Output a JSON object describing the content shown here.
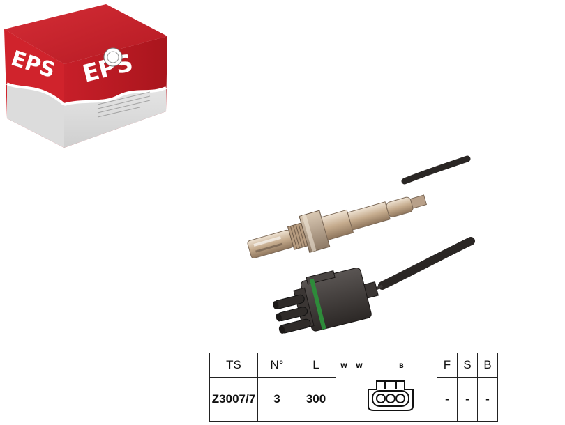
{
  "box": {
    "brand": "EPS",
    "icon": "product-box-icon"
  },
  "sensor": {
    "icon": "oxygen-sensor-icon"
  },
  "spec_table": {
    "headers": {
      "ts": "TS",
      "number": "N°",
      "length": "L",
      "f": "F",
      "s": "S",
      "b": "B"
    },
    "values": {
      "ts": "Z3007/7",
      "number": "3",
      "length": "300",
      "f": "-",
      "s": "-",
      "b": "-"
    },
    "connector": {
      "pin_labels": [
        "W",
        "W",
        "B"
      ],
      "icon": "three-pin-connector-icon"
    }
  },
  "colors": {
    "box_red": "#c8202a",
    "box_grey": "#d9d9d9",
    "cable_dark": "#2a2624",
    "metal": "#c9b39a"
  }
}
